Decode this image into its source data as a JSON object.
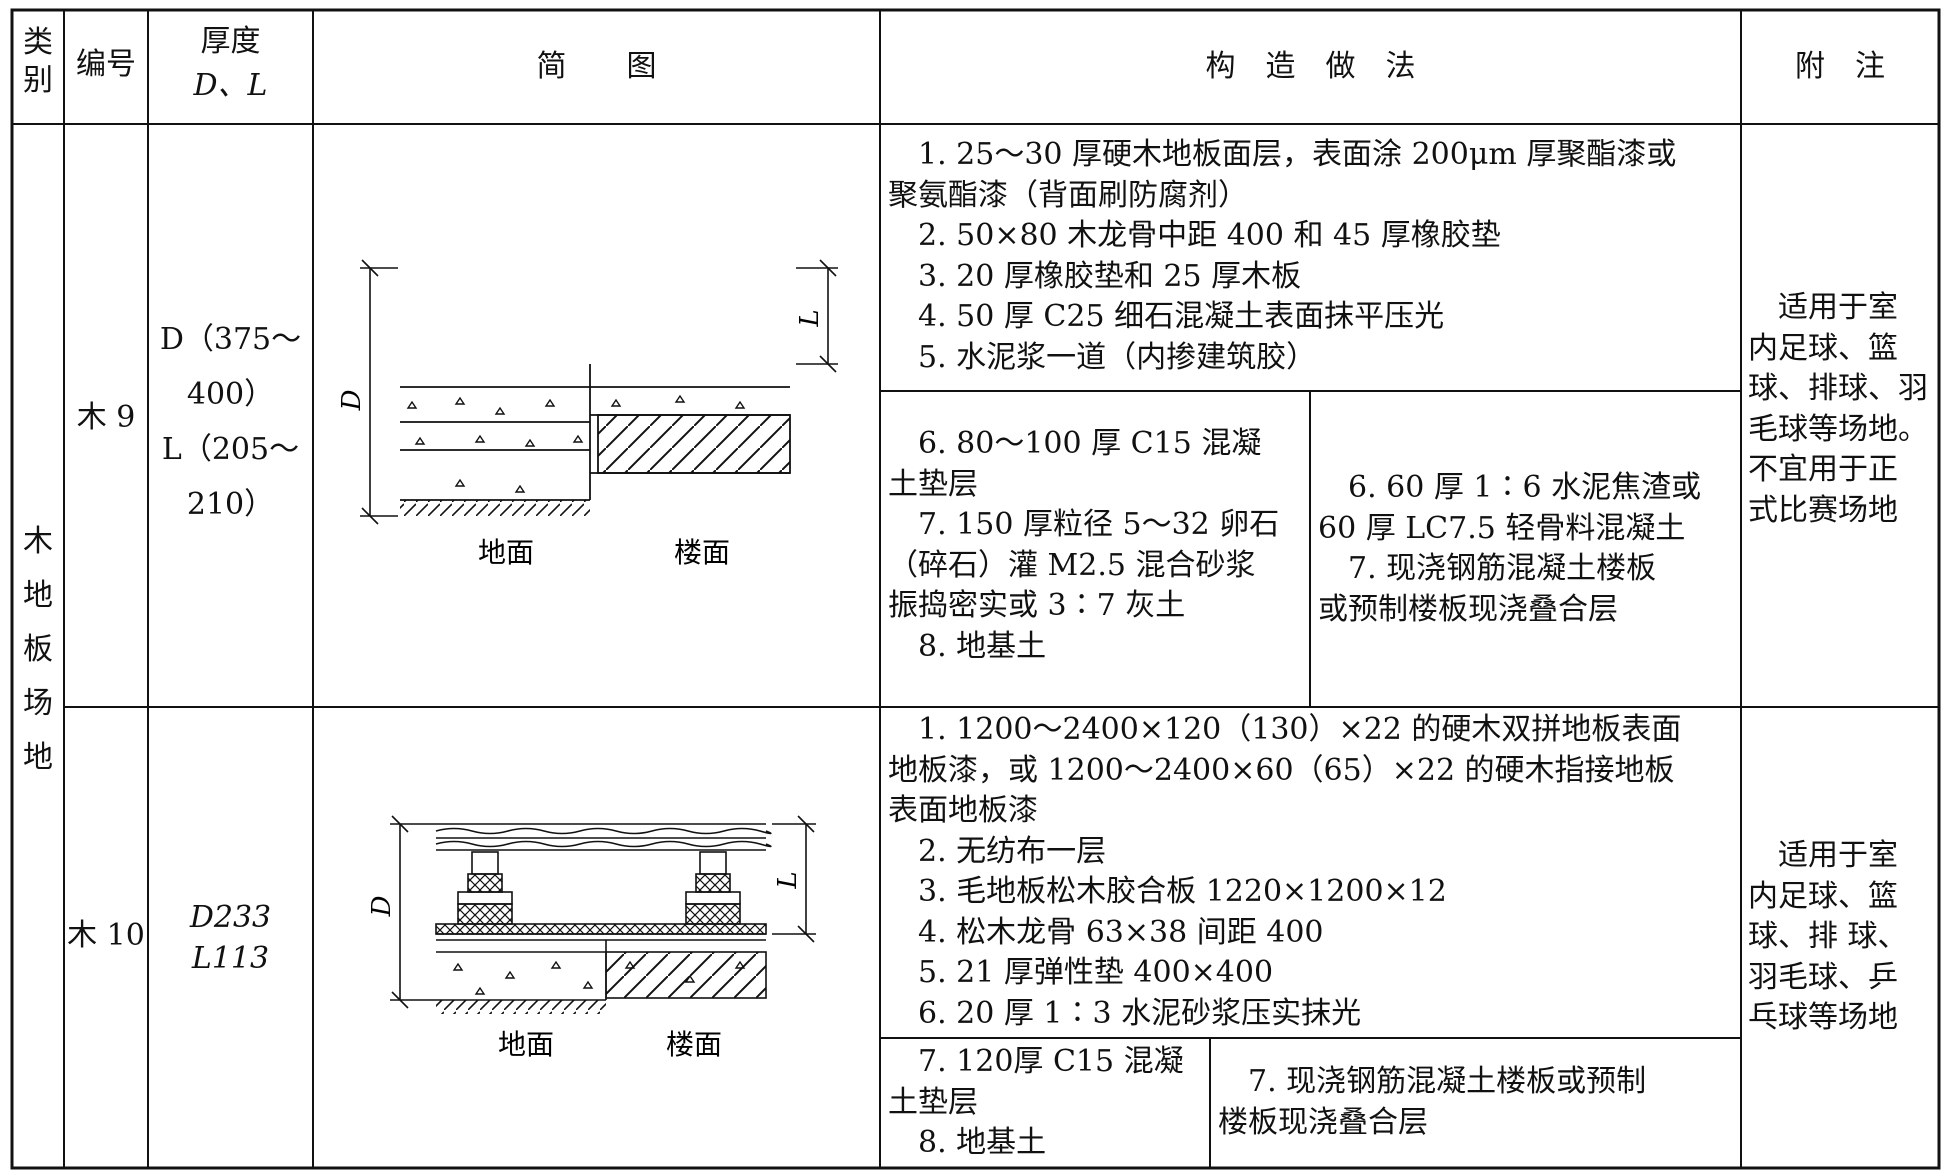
{
  "header": {
    "category": "类别",
    "number": "编号",
    "thickness_1": "厚度",
    "thickness_2": "D、L",
    "diagram": "简　　图",
    "method": "构　造　做　法",
    "remarks": "附　注"
  },
  "category_value": "木地板场地",
  "rows": [
    {
      "id": "木 9",
      "thickness": [
        "D（375～",
        "400）",
        "L（205～",
        "210）"
      ],
      "diagram_labels": {
        "ground": "地面",
        "floor": "楼面",
        "d": "D",
        "l": "L"
      },
      "method_common": [
        "　1. 25～30 厚硬木地板面层，表面涂 200μm 厚聚酯漆或",
        "聚氨酯漆（背面刷防腐剂）",
        "　2. 50×80 木龙骨中距 400 和 45 厚橡胶垫",
        "　3. 20 厚橡胶垫和 25 厚木板",
        "　4. 50 厚 C25 细石混凝土表面抹平压光",
        "　5. 水泥浆一道（内掺建筑胶）"
      ],
      "method_ground": [
        "　6. 80～100 厚 C15 混凝",
        "土垫层",
        "　7. 150 厚粒径 5～32 卵石",
        "（碎石）灌 M2.5 混合砂浆",
        "振捣密实或 3∶7 灰土",
        "　8. 地基土"
      ],
      "method_floor": [
        "　6. 60 厚 1∶6 水泥焦渣或",
        "60 厚 LC7.5 轻骨料混凝土",
        "　7. 现浇钢筋混凝土楼板",
        "或预制楼板现浇叠合层"
      ],
      "remarks": [
        "　适用于室",
        "内足球、篮",
        "球、排球、羽",
        "毛球等场地。",
        "不宜用于正",
        "式比赛场地"
      ]
    },
    {
      "id": "木 10",
      "thickness": [
        "D233",
        "L113"
      ],
      "diagram_labels": {
        "ground": "地面",
        "floor": "楼面",
        "d": "D",
        "l": "L"
      },
      "method_common": [
        "　1. 1200～2400×120（130）×22 的硬木双拼地板表面",
        "地板漆，或 1200～2400×60（65）×22 的硬木指接地板",
        "表面地板漆",
        "　2. 无纺布一层",
        "　3. 毛地板松木胶合板 1220×1200×12",
        "　4. 松木龙骨 63×38 间距 400",
        "　5. 21 厚弹性垫 400×400",
        "　6. 20 厚 1∶3 水泥砂浆压实抹光"
      ],
      "method_ground": [
        "　7. 120厚 C15 混凝",
        "土垫层",
        "　8. 地基土"
      ],
      "method_floor": [
        "　7. 现浇钢筋混凝土楼板或预制",
        "楼板现浇叠合层"
      ],
      "remarks": [
        "　适用于室",
        "内足球、篮",
        "球、排 球、",
        "羽毛球、乒",
        "乓球等场地"
      ]
    }
  ]
}
